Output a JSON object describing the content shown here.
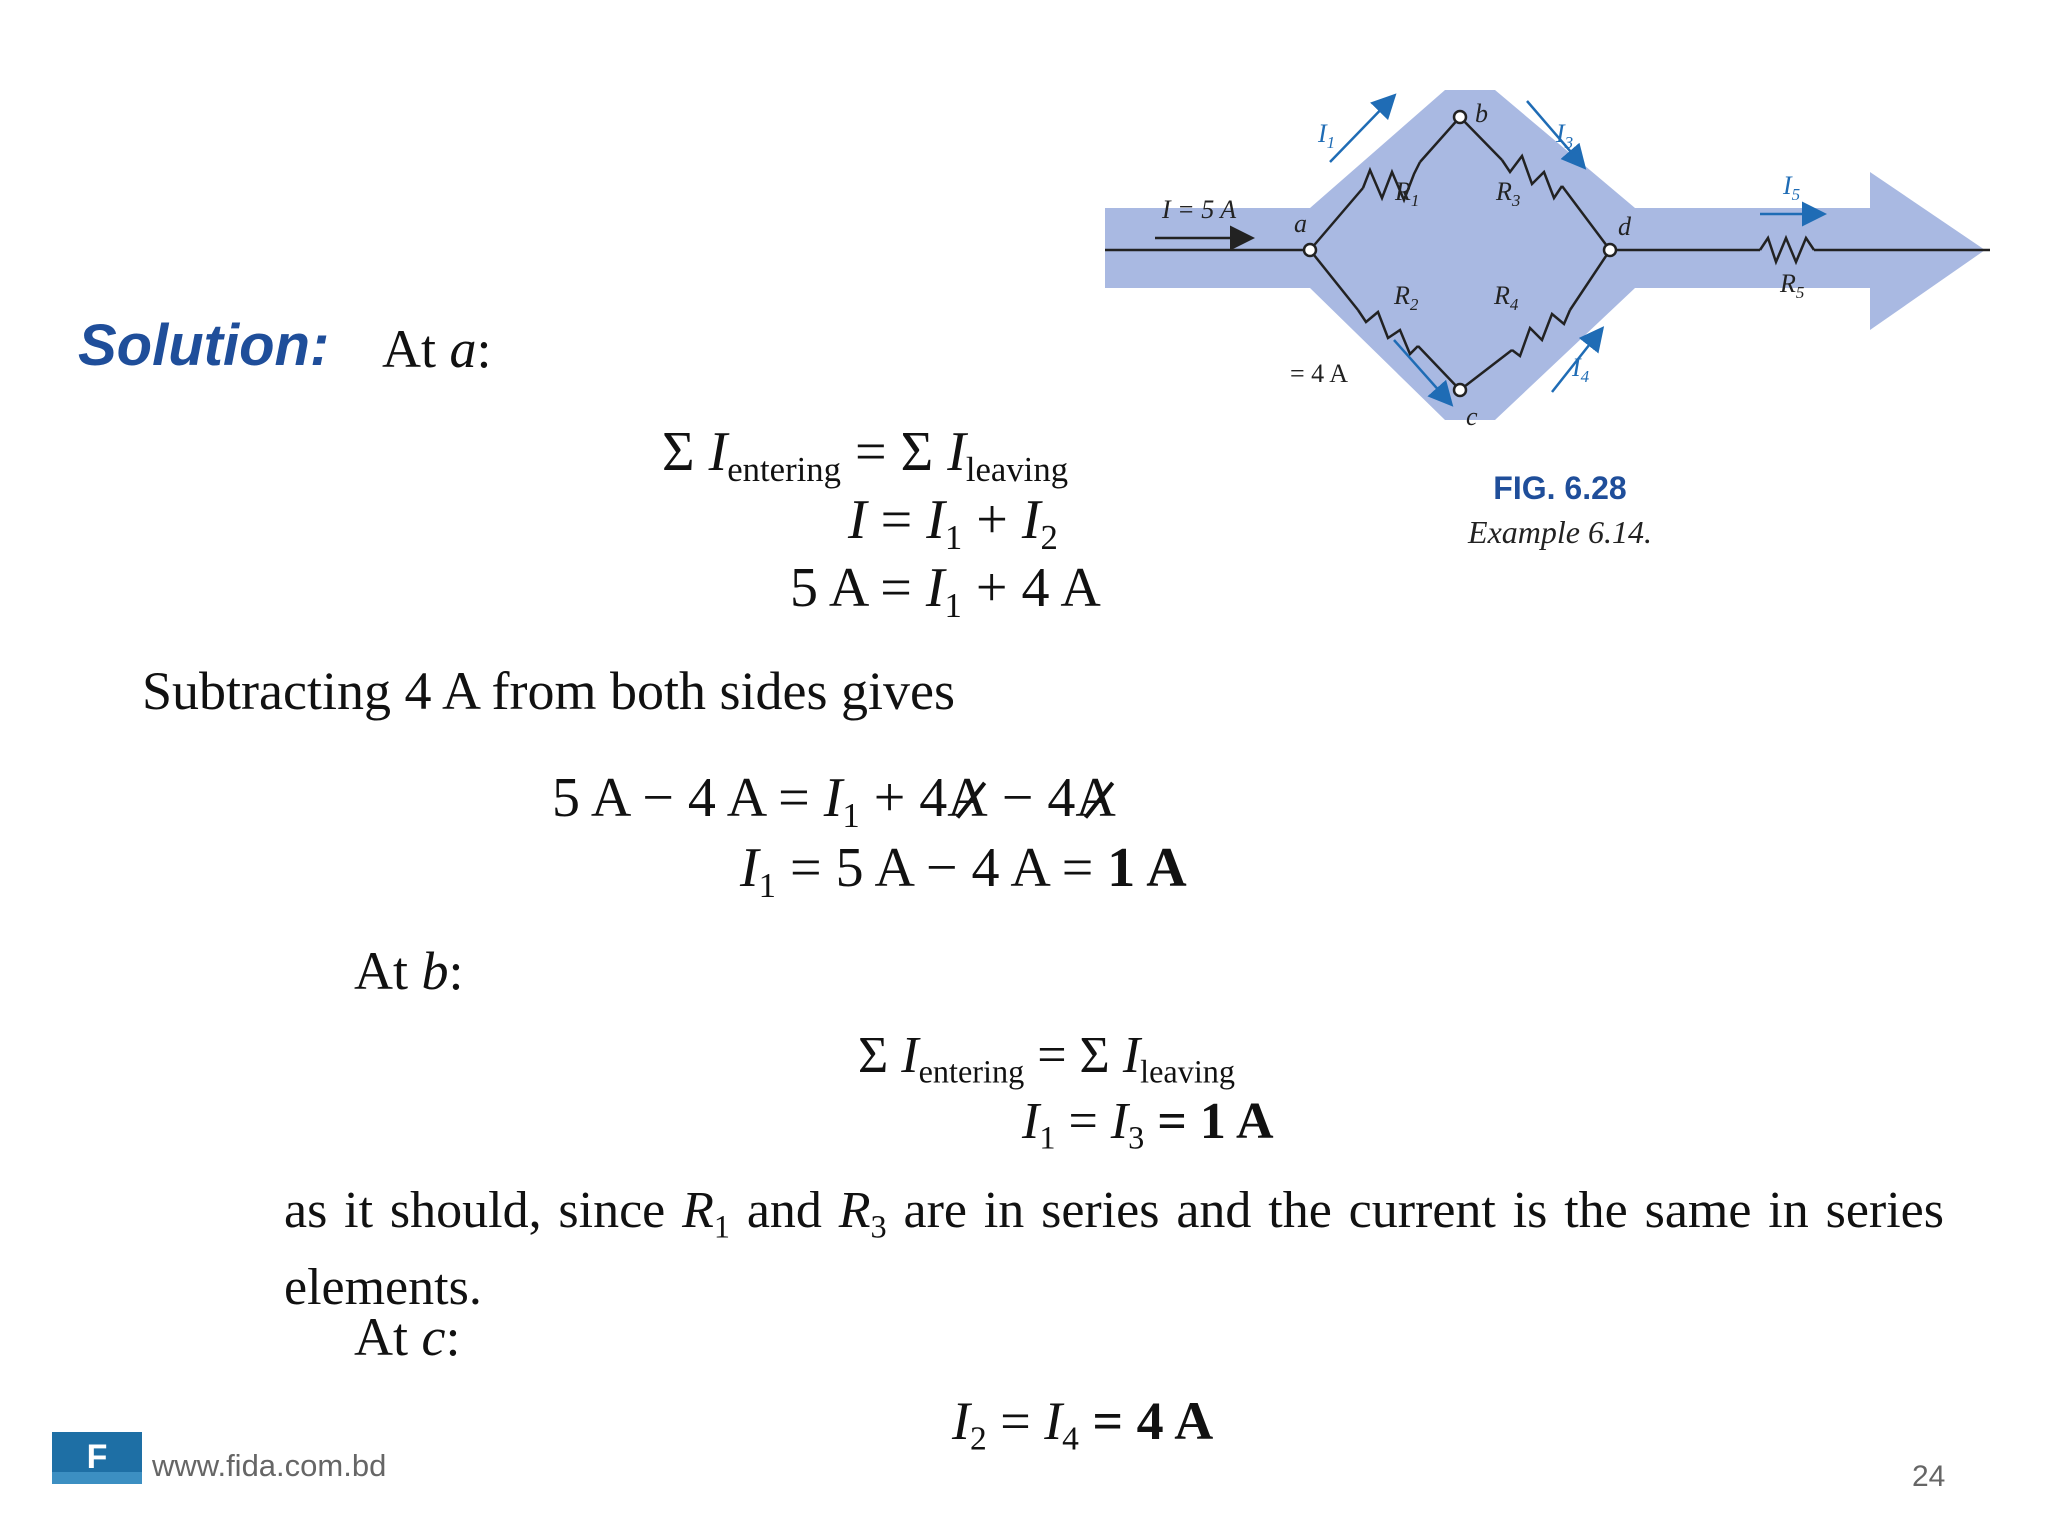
{
  "heading": {
    "solution": "Solution:",
    "at_a": "At ",
    "var_a": "a",
    "colon": ":"
  },
  "figure": {
    "current_in": "I = 5 A",
    "current_in2": "= 4 A",
    "labels": {
      "I1": "I",
      "I3": "I",
      "I5": "I",
      "I4": "I",
      "R1": "R",
      "R2": "R",
      "R3": "R",
      "R4": "R",
      "R5": "R",
      "na": "a",
      "nb": "b",
      "nc": "c",
      "nd": "d",
      "s1": "1",
      "s2": "2",
      "s3": "3",
      "s4": "4",
      "s5": "5"
    },
    "title": "FIG. 6.28",
    "caption": "Example 6.14."
  },
  "eq_a": {
    "sum": "Σ",
    "I": "I",
    "entering": "entering",
    "eq": "=",
    "leaving": "leaving",
    "line2_I": "I",
    "line2_eq": " = ",
    "plus": " + ",
    "one": "1",
    "two": "2",
    "line3_5A": "5 A = ",
    "line3_4A": " + 4 A"
  },
  "subtracting": "Subtracting 4 A from both sides gives",
  "eq_sub": {
    "lhs": "5 A − 4 A = ",
    "mid": " + 4",
    "minus4": " − 4",
    "A": "A",
    "l2_rhs": " = 5 A − 4 A = ",
    "result": "1 A"
  },
  "at_b": {
    "at": "At ",
    "var": "b",
    "colon": ":"
  },
  "eq_b": {
    "l2_eq": " = ",
    "I3_sub": "3",
    "result": " = 1 A"
  },
  "para": {
    "p1": "as it should, since ",
    "R": "R",
    "s1": "1",
    "and": " and ",
    "s3": "3",
    "p2": " are in series and the current is the same in series elements."
  },
  "at_c": {
    "at": "At ",
    "var": "c",
    "colon": ":"
  },
  "eq_c": {
    "I2sub": "2",
    "eq": " = ",
    "I4sub": "4",
    "result": " = 4 A"
  },
  "footer": {
    "url": "www.fida.com.bd",
    "page": "24",
    "logo_letter": "F"
  },
  "colors": {
    "accent": "#1f4e9a",
    "band": "#a9b9e2",
    "arrow_blue": "#1f6cb5"
  }
}
